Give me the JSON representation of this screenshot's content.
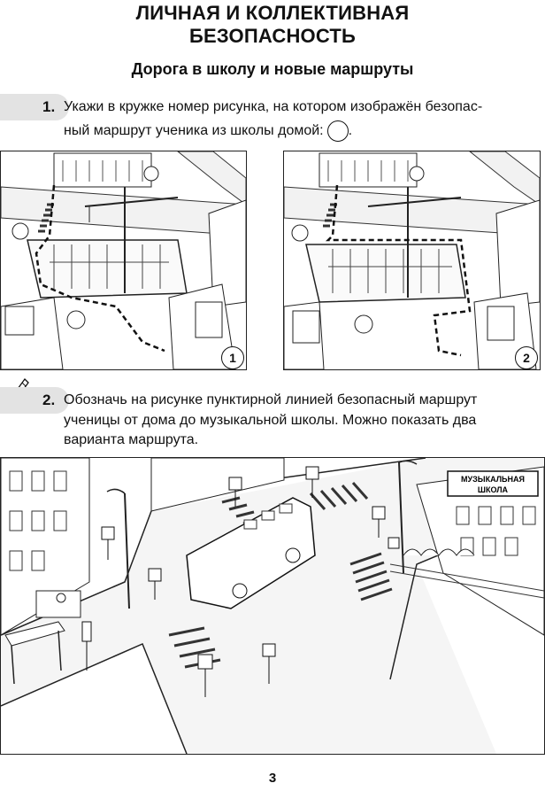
{
  "header": {
    "title_line1": "ЛИЧНАЯ И КОЛЛЕКТИВНАЯ",
    "title_line2": "БЕЗОПАСНОСТЬ",
    "subtitle": "Дорога в школу и новые маршруты"
  },
  "task1": {
    "number": "1.",
    "text_line1": "Укажи в кружке номер рисунка, на котором изображён безопас-",
    "text_line2": "ный маршрут ученика из школы домой:",
    "text_end": ".",
    "picture1_label": "1",
    "picture2_label": "2"
  },
  "task2": {
    "number": "2.",
    "text_line1": "Обозначь на рисунке пунктирной линией безопасный маршрут",
    "text_line2": "ученицы от дома до музыкальной школы. Можно показать два",
    "text_line3": "варианта маршрута.",
    "sign_line1": "МУЗЫКАЛЬНАЯ",
    "sign_line2": "ШКОЛА"
  },
  "icons": [
    "pencil-icon"
  ],
  "footer": {
    "page_number": "3"
  }
}
